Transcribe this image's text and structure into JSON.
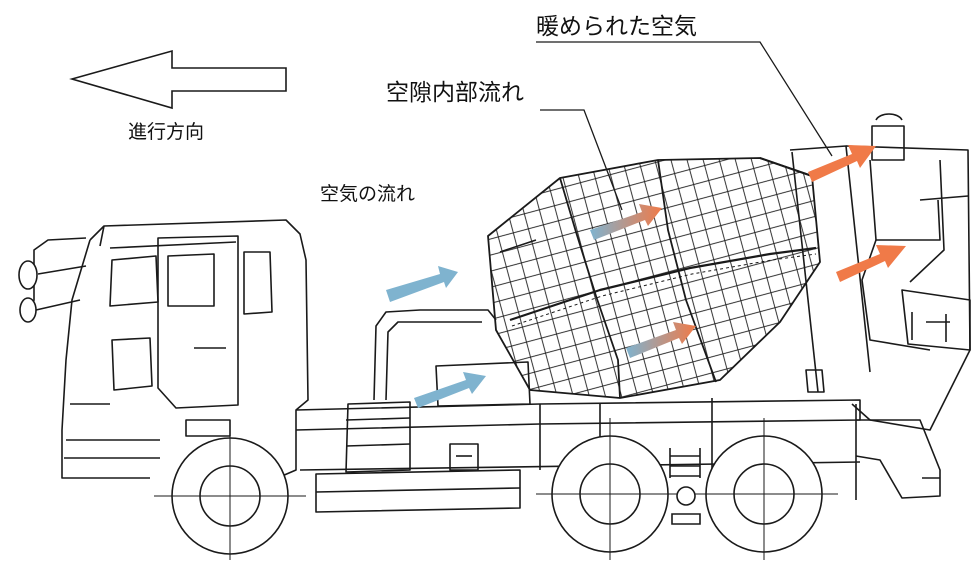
{
  "labels": {
    "direction": "進行方向",
    "air_flow": "空気の流れ",
    "internal_flow": "空隙内部流れ",
    "warmed_air": "暖められた空気"
  },
  "colors": {
    "line": "#1a1a1a",
    "cool_air": "#7fb3cf",
    "warm_air": "#f07a48"
  },
  "icons": {
    "direction_arrow": "left-outline-arrow"
  }
}
